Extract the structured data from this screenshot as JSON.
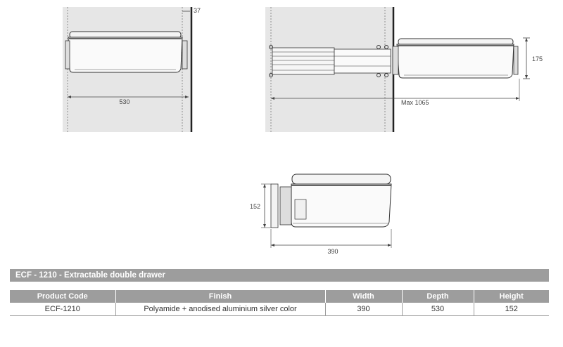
{
  "drawings": {
    "top_left": {
      "dim_width": "530",
      "dim_gap": "37"
    },
    "top_right": {
      "dim_max": "Max 1065",
      "dim_height": "175"
    },
    "front": {
      "dim_height": "152",
      "dim_width": "390"
    }
  },
  "product": {
    "title": "ECF - 1210 - Extractable double drawer"
  },
  "table": {
    "headers": [
      "Product Code",
      "Finish",
      "Width",
      "Depth",
      "Height"
    ],
    "rows": [
      [
        "ECF-1210",
        "Polyamide + anodised aluminium silver color",
        "390",
        "530",
        "152"
      ]
    ]
  },
  "colors": {
    "header_gray": "#9d9d9d",
    "panel_gray": "#e6e6e6"
  }
}
